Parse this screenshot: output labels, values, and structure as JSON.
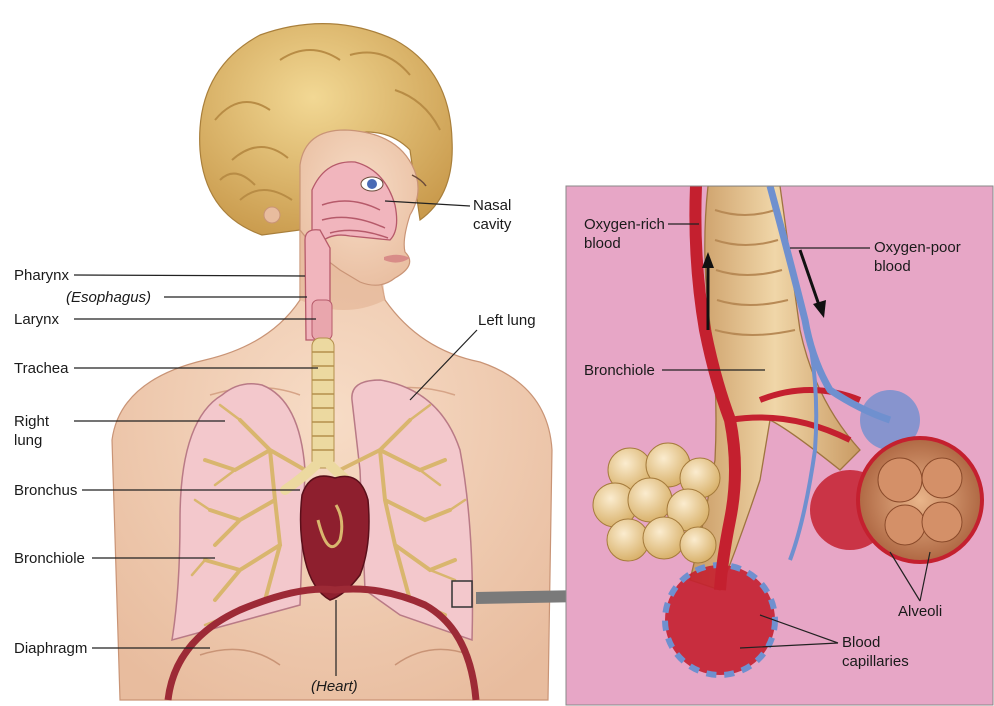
{
  "labels": {
    "nasal_cavity": "Nasal\ncavity",
    "pharynx": "Pharynx",
    "esophagus": "(Esophagus)",
    "larynx": "Larynx",
    "trachea": "Trachea",
    "right_lung": "Right\nlung",
    "left_lung": "Left lung",
    "bronchus": "Bronchus",
    "bronchiole_left": "Bronchiole",
    "diaphragm": "Diaphragm",
    "heart": "(Heart)",
    "oxygen_rich_blood": "Oxygen-rich\nblood",
    "oxygen_poor_blood": "Oxygen-poor\nblood",
    "bronchiole_inset": "Bronchiole",
    "alveoli": "Alveoli",
    "blood_capillaries": "Blood\ncapillaries"
  },
  "colors": {
    "skin": "#f2cfb4",
    "hair": "#e3c27a",
    "lung": "#f3c8cc",
    "airway": "#ecd9a0",
    "heart": "#8e1f2e",
    "inset_bg": "#e7a6c6",
    "artery": "#c4202f",
    "vein": "#6f90cf",
    "alveoli_sac": "#c77d52"
  }
}
